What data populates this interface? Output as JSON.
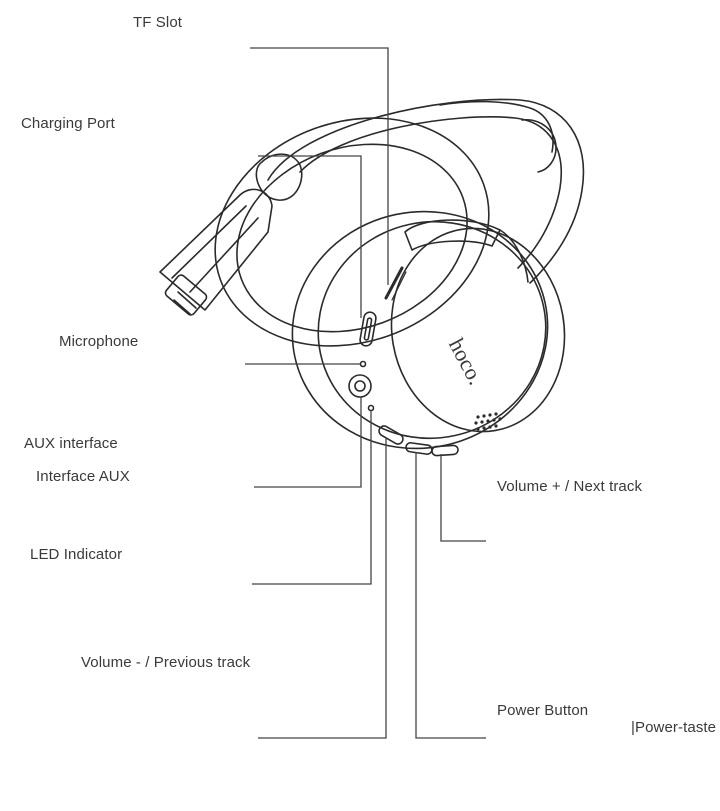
{
  "labels": {
    "tf_slot": "TF Slot",
    "charging_port": "Charging Port",
    "microphone": "Microphone",
    "aux_interface": "AUX interface",
    "interface_aux": "Interface AUX",
    "led_indicator": "LED Indicator",
    "volume_minus": "Volume - / Previous track",
    "volume_plus": "Volume + / Next track",
    "power_button": "Power Button",
    "power_taste": "|Power-taste"
  },
  "brand": {
    "logo_text": "hoco."
  },
  "colors": {
    "line": "#444444",
    "drawing": "#2b2b2b",
    "text": "#3a3a3a"
  }
}
